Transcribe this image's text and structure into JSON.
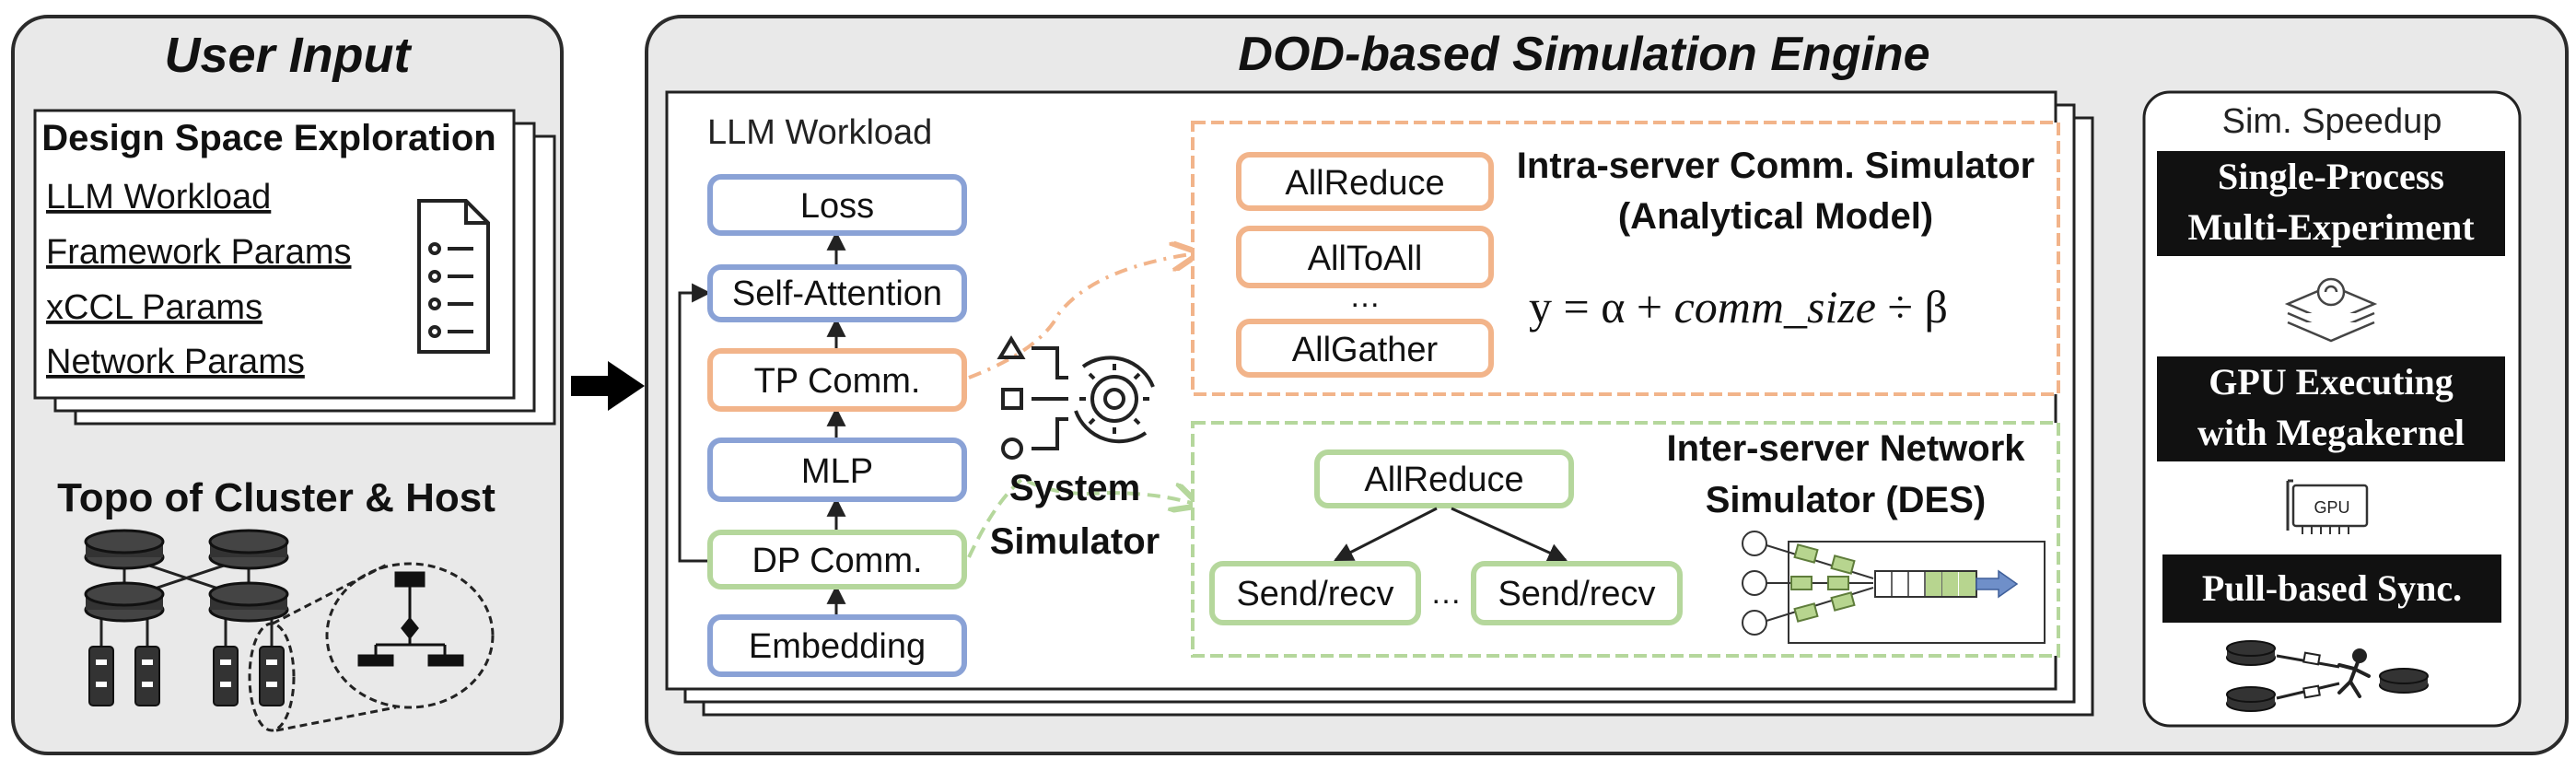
{
  "user_input": {
    "title": "User Input",
    "dse_title": "Design Space Exploration",
    "dse_items": [
      "LLM Workload",
      "Framework Params",
      "xCCL Params",
      "Network Params"
    ],
    "topo_title": "Topo of Cluster & Host"
  },
  "engine": {
    "title": "DOD-based Simulation Engine",
    "workload": {
      "title": "LLM Workload",
      "layers": [
        "Loss",
        "Self-Attention",
        "TP Comm.",
        "MLP",
        "DP Comm.",
        "Embedding"
      ]
    },
    "system_simulator": {
      "line1": "System",
      "line2": "Simulator"
    },
    "intra": {
      "title1": "Intra-server Comm. Simulator",
      "title2": "(Analytical Model)",
      "ops": [
        "AllReduce",
        "AllToAll",
        "…",
        "AllGather"
      ],
      "formula": {
        "lhs": "y = α + ",
        "var": "comm_size",
        "rhs": " ÷ β"
      }
    },
    "inter": {
      "title1": "Inter-server Network",
      "title2": "Simulator (DES)",
      "root": "AllReduce",
      "leaves": [
        "Send/recv",
        "…",
        "Send/recv"
      ]
    }
  },
  "speedup": {
    "title": "Sim. Speedup",
    "items": [
      {
        "line1": "Single-Process",
        "line2": "Multi-Experiment"
      },
      {
        "line1": "GPU Executing",
        "line2": "with Megakernel"
      },
      {
        "line1": "Pull-based Sync.",
        "line2": ""
      }
    ],
    "gpu_label": "GPU"
  },
  "colors": {
    "panel_bg": "#e9e9e9",
    "border": "#2b2b2b",
    "blue": "#8aa2d6",
    "orange": "#f2b48a",
    "green": "#b5d79c",
    "dark": "#111111"
  }
}
